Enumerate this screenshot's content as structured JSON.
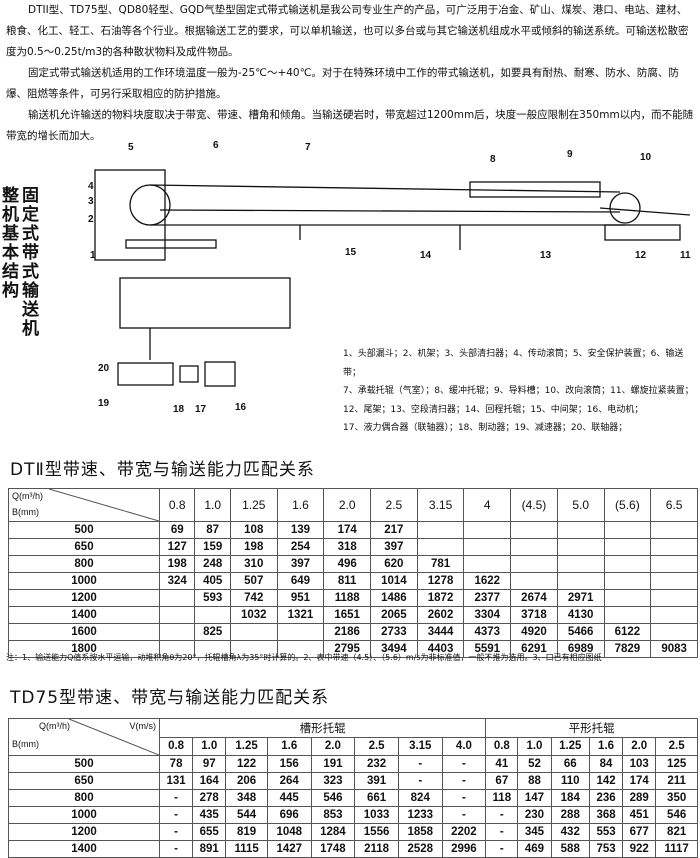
{
  "intro": {
    "p1": "DTII型、TD75型、QD80轻型、GQD气垫型固定式带式输送机是我公司专业生产的产品，可广泛用于冶金、矿山、煤炭、港口、电站、建材、粮食、化工、轻工、石油等各个行业。根据输送工艺的要求，可以单机输送，也可以多台或与其它输送机组成水平或倾斜的输送系统。可输送松散密度为0.5～0.25t/m3的各种散状物料及成件物品。",
    "p2": "固定式带式输送机适用的工作环境温度一般为-25℃～+40℃。对于在特殊环境中工作的带式输送机，如要具有耐热、耐寒、防水、防腐、防爆、阻燃等条件，可另行采取相应的防护措施。",
    "p3": "输送机允许输送的物料块度取决于带宽、带速、槽角和倾角。当输送硬岩时，带宽超过1200mm后，块度一般应限制在350mm以内，而不能随带宽的增长而加大。"
  },
  "diagram": {
    "title_a": "整机基本结构",
    "title_b": "固定式带式输送机",
    "labels": [
      "1",
      "2",
      "3",
      "4",
      "5",
      "6",
      "7",
      "8",
      "9",
      "10",
      "11",
      "12",
      "13",
      "14",
      "15",
      "16",
      "17",
      "18",
      "19",
      "20"
    ],
    "legend": [
      "1、头部漏斗；2、机架；3、头部清扫器；4、传动滚筒；5、安全保护装置；6、输送带；",
      "7、承载托辊（气室）；8、缓冲托辊；9、导料槽；10、改向滚筒；11、螺旋拉紧装置；",
      "12、尾架；13、空段清扫器；14、回程托辊；15、中间架；16、电动机；",
      "17、液力偶合器（联轴器）；18、制动器；19、减速器；20、联轴器；"
    ]
  },
  "table1": {
    "title": "DTⅡ型带速、带宽与输送能力匹配关系",
    "corner_q": "Q(m³/h)",
    "corner_b": "B(mm)",
    "speeds": [
      "0.8",
      "1.0",
      "1.25",
      "1.6",
      "2.0",
      "2.5",
      "3.15",
      "4",
      "(4.5)",
      "5.0",
      "(5.6)",
      "6.5"
    ],
    "rows": [
      [
        "500",
        "69",
        "87",
        "108",
        "139",
        "174",
        "217",
        "",
        "",
        "",
        "",
        "",
        ""
      ],
      [
        "650",
        "127",
        "159",
        "198",
        "254",
        "318",
        "397",
        "",
        "",
        "",
        "",
        "",
        ""
      ],
      [
        "800",
        "198",
        "248",
        "310",
        "397",
        "496",
        "620",
        "781",
        "",
        "",
        "",
        "",
        ""
      ],
      [
        "1000",
        "324",
        "405",
        "507",
        "649",
        "811",
        "1014",
        "1278",
        "1622",
        "",
        "",
        "",
        ""
      ],
      [
        "1200",
        "",
        "593",
        "742",
        "951",
        "1188",
        "1486",
        "1872",
        "2377",
        "2674",
        "2971",
        "",
        ""
      ],
      [
        "1400",
        "",
        "",
        "1032",
        "1321",
        "1651",
        "2065",
        "2602",
        "3304",
        "3718",
        "4130",
        "",
        ""
      ],
      [
        "1600",
        "",
        "825",
        "",
        "",
        "2186",
        "2733",
        "3444",
        "4373",
        "4920",
        "5466",
        "6122",
        ""
      ],
      [
        "1800",
        "",
        "",
        "",
        "",
        "2795",
        "3494",
        "4403",
        "5591",
        "6291",
        "6989",
        "7829",
        "9083"
      ]
    ],
    "note": "注：1、输送能力Q值系按水平运输，动堆积角θ为20°，托辊槽角λ为35°时计算的。2、表中带速（4.5）、（5.6）m/s为非标准值，一般不推为选用。3、口已有相应图纸"
  },
  "table2": {
    "title": "TD75型带速、带宽与输送能力匹配关系",
    "corner_q": "Q(m³/h)",
    "corner_v": "V(m/s)",
    "corner_b": "B(mm)",
    "group_a": "槽形托辊",
    "group_b": "平形托辊",
    "speeds": [
      "0.8",
      "1.0",
      "1.25",
      "1.6",
      "2.0",
      "2.5",
      "3.15",
      "4.0",
      "0.8",
      "1.0",
      "1.25",
      "1.6",
      "2.0",
      "2.5"
    ],
    "rows": [
      [
        "500",
        "78",
        "97",
        "122",
        "156",
        "191",
        "232",
        "-",
        "-",
        "41",
        "52",
        "66",
        "84",
        "103",
        "125"
      ],
      [
        "650",
        "131",
        "164",
        "206",
        "264",
        "323",
        "391",
        "-",
        "-",
        "67",
        "88",
        "110",
        "142",
        "174",
        "211"
      ],
      [
        "800",
        "-",
        "278",
        "348",
        "445",
        "546",
        "661",
        "824",
        "-",
        "118",
        "147",
        "184",
        "236",
        "289",
        "350"
      ],
      [
        "1000",
        "-",
        "435",
        "544",
        "696",
        "853",
        "1033",
        "1233",
        "-",
        "-",
        "230",
        "288",
        "368",
        "451",
        "546"
      ],
      [
        "1200",
        "-",
        "655",
        "819",
        "1048",
        "1284",
        "1556",
        "1858",
        "2202",
        "-",
        "345",
        "432",
        "553",
        "677",
        "821"
      ],
      [
        "1400",
        "-",
        "891",
        "1115",
        "1427",
        "1748",
        "2118",
        "2528",
        "2996",
        "-",
        "469",
        "588",
        "753",
        "922",
        "1117"
      ]
    ]
  }
}
